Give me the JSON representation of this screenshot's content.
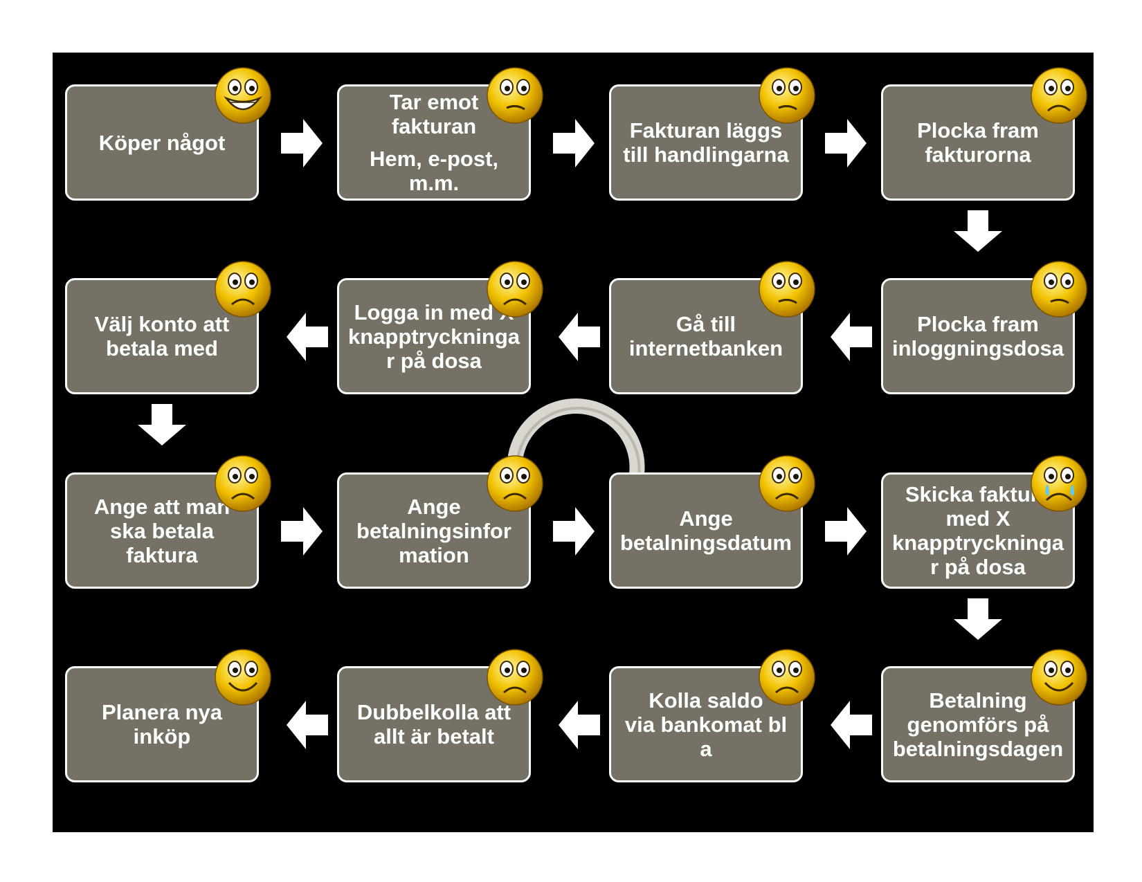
{
  "colors": {
    "background": "#000000",
    "box_fill": "#757165",
    "box_border": "#ffffff",
    "text": "#ffffff",
    "face": "#f2c200",
    "arrow": "#ffffff"
  },
  "steps": [
    {
      "label": "Köper något",
      "sub": "",
      "face": "grin-icon"
    },
    {
      "label": "Tar emot\nfakturan",
      "sub": "Hem, e-post,\nm.m.",
      "face": "uneasy-face-icon"
    },
    {
      "label": "Fakturan läggs\ntill handlingarna",
      "sub": "",
      "face": "uneasy-face-icon"
    },
    {
      "label": "Plocka fram\nfakturorna",
      "sub": "",
      "face": "frown-face-icon"
    },
    {
      "label": "Plocka fram\ninloggningsdosa",
      "sub": "",
      "face": "uneasy-face-icon"
    },
    {
      "label": "Gå till\ninternetbanken",
      "sub": "",
      "face": "uneasy-face-icon"
    },
    {
      "label": "Logga in med X\nknapptryckninga\nr på dosa",
      "sub": "",
      "face": "frown-face-icon"
    },
    {
      "label": "Välj konto att\nbetala med",
      "sub": "",
      "face": "frown-face-icon"
    },
    {
      "label": "Ange att man\nska betala\nfaktura",
      "sub": "",
      "face": "frown-face-icon"
    },
    {
      "label": "Ange\nbetalningsinfor\nmation",
      "sub": "",
      "face": "frown-face-icon"
    },
    {
      "label": "Ange\nbetalningsdatum",
      "sub": "",
      "face": "frown-face-icon"
    },
    {
      "label": "Skicka faktura\nmed X\nknapptryckninga\nr på dosa",
      "sub": "",
      "face": "crying-face-icon"
    },
    {
      "label": "Betalning\ngenomförs på\nbetalningsdagen",
      "sub": "",
      "face": "smile-face-icon"
    },
    {
      "label": "Kolla saldo\nvia bankomat bl\na",
      "sub": "",
      "face": "frown-face-icon"
    },
    {
      "label": "Dubbelkolla att\nallt är betalt",
      "sub": "",
      "face": "frown-face-icon"
    },
    {
      "label": "Planera nya\ninköp",
      "sub": "",
      "face": "smile-face-icon"
    }
  ]
}
